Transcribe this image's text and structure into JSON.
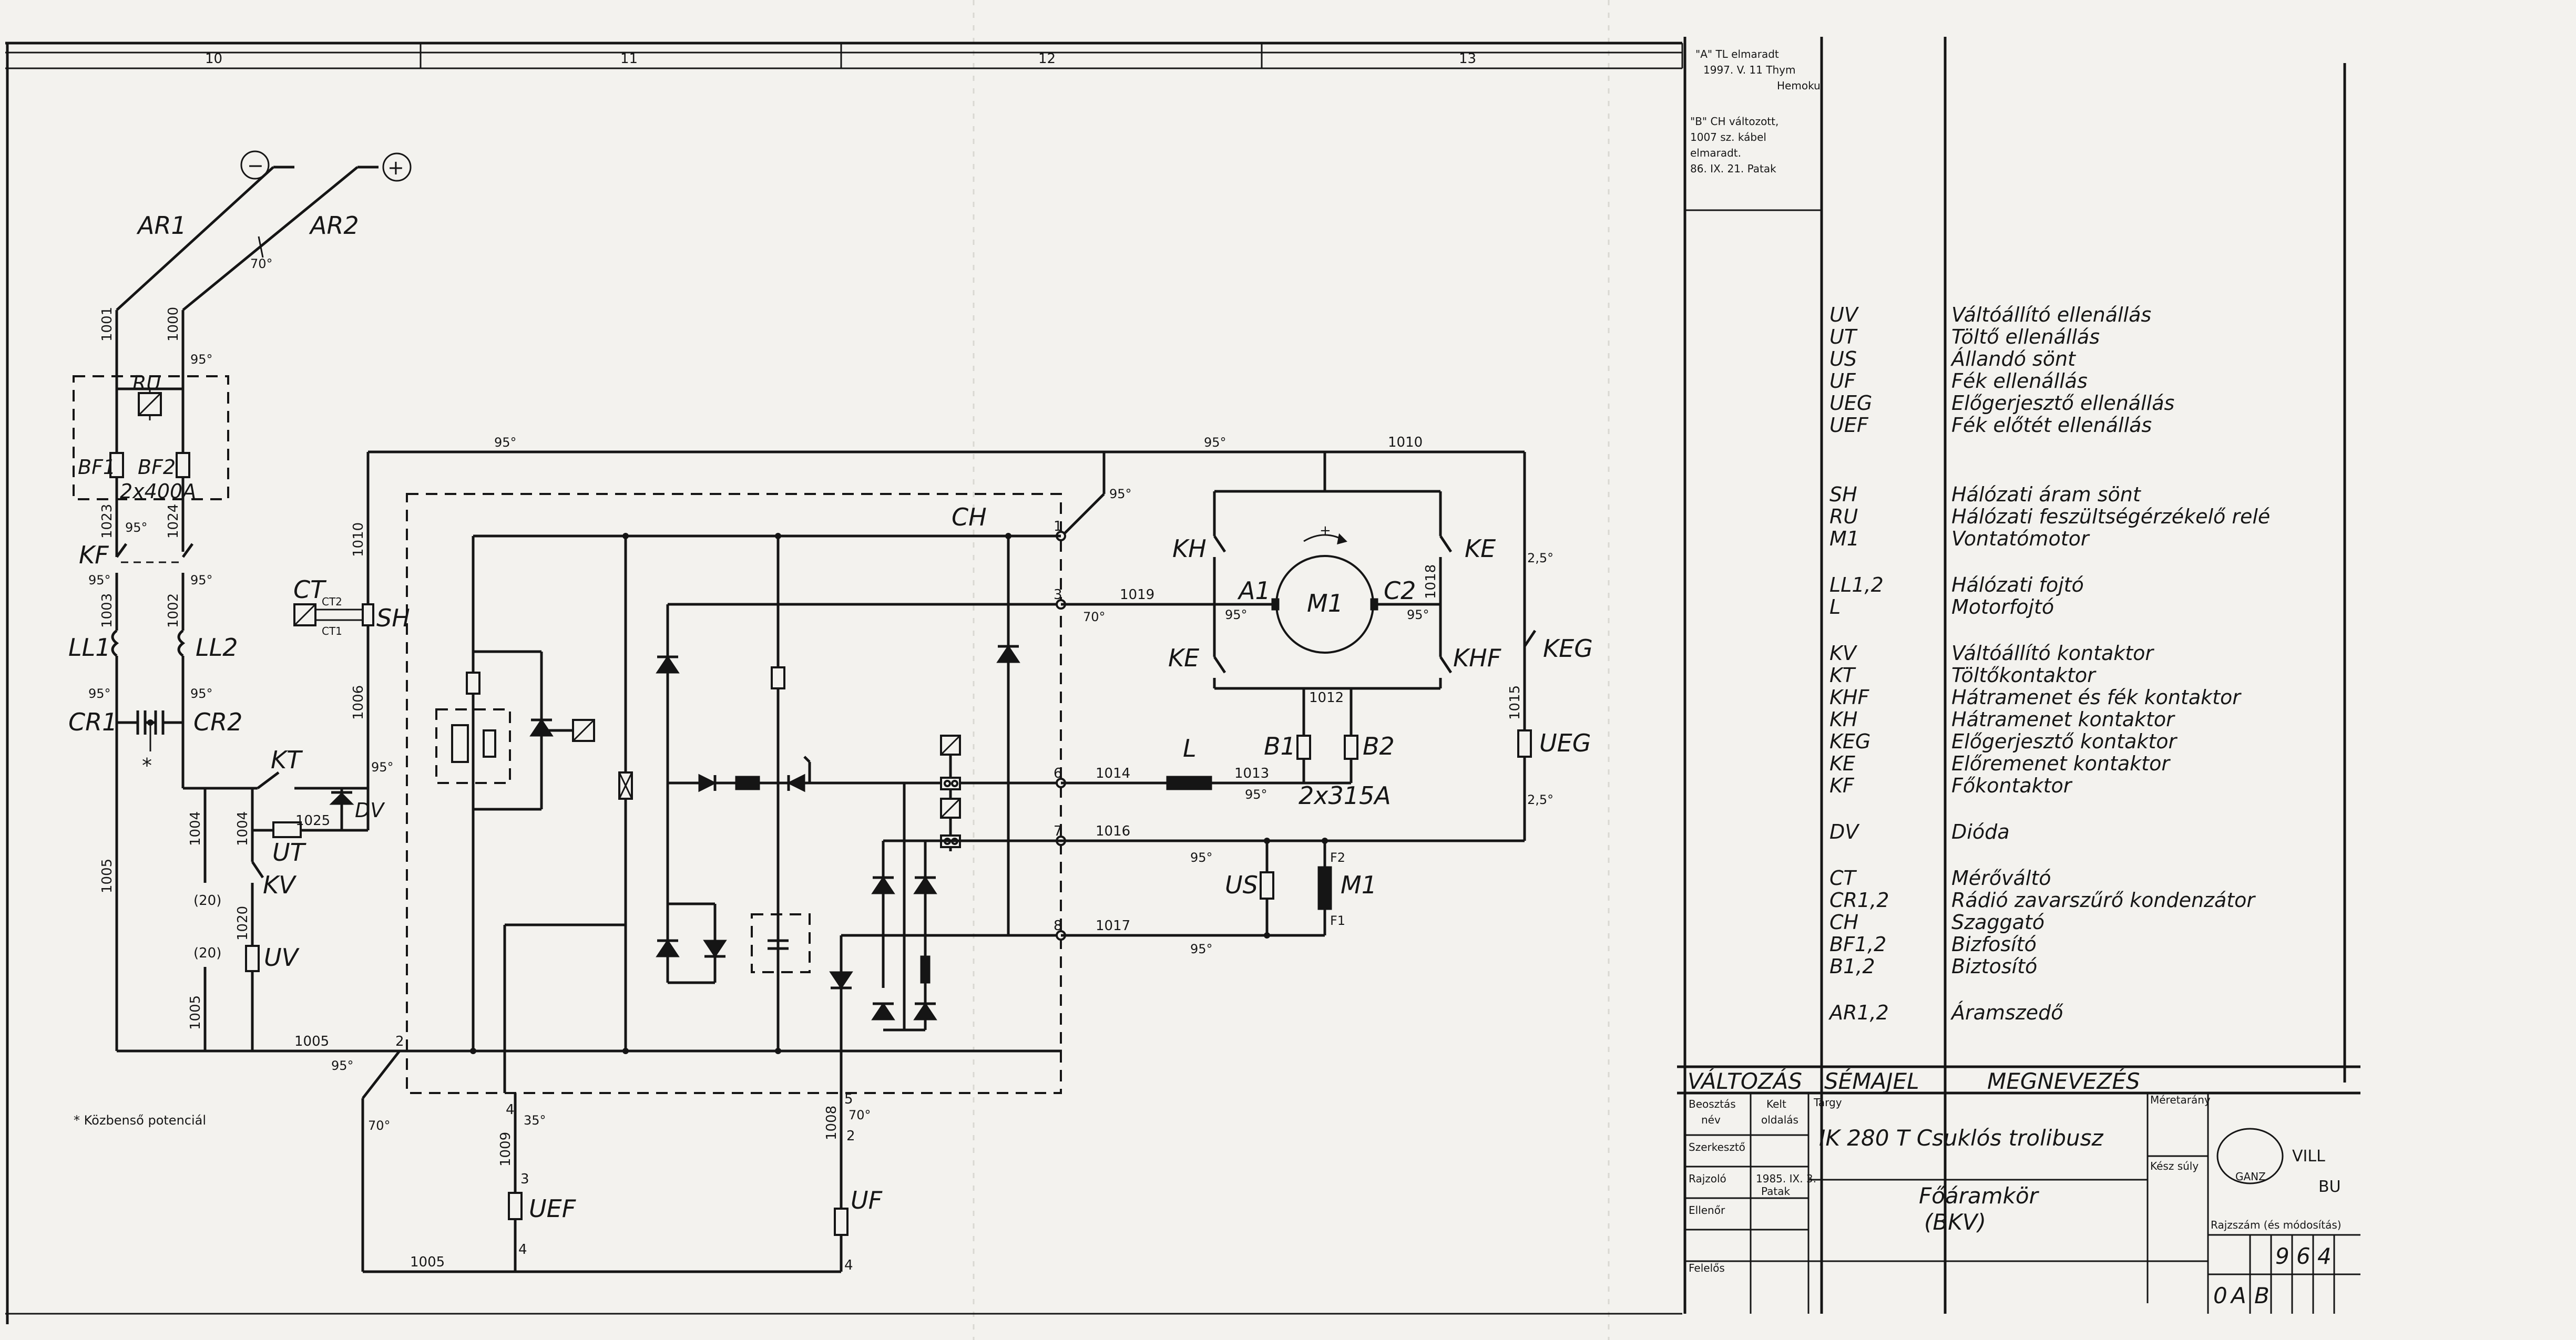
{
  "border": {
    "columns": [
      "10",
      "11",
      "12",
      "13"
    ]
  },
  "top_labels": {
    "minus": "−",
    "plus": "+",
    "ar1": "AR1",
    "ar2": "AR2",
    "deg70": "70°",
    "w1001": "1001",
    "w1000": "1000",
    "deg95a": "95°",
    "ru": "RU",
    "bf1": "BF1",
    "bf2": "BF2",
    "bf_rating": "2x400A",
    "w1023": "1023",
    "w1024": "1024",
    "deg95b": "95°",
    "kf": "KF",
    "deg95c": "95°",
    "deg95d": "95°",
    "w1003": "1003",
    "w1002": "1002",
    "ll1": "LL1",
    "ll2": "LL2",
    "deg95e": "95°",
    "deg95f": "95°",
    "cr1": "CR1",
    "cr2": "CR2",
    "star": "*"
  },
  "left_labels": {
    "kt": "KT",
    "deg95g": "95°",
    "w1025": "1025",
    "dv": "DV",
    "ut": "UT",
    "w1004a": "1004",
    "w1004b": "1004",
    "kv": "KV",
    "p20a": "(20)",
    "p20b": "(20)",
    "w1020": "1020",
    "uv": "UV",
    "w1005a": "1005",
    "w1005b": "1005",
    "w1005c": "1005",
    "deg95h": "95°",
    "n2": "2",
    "deg70b": "70°",
    "w1006": "1006",
    "w1010": "1010",
    "deg95top": "95°",
    "ct": "CT",
    "ct2": "CT2",
    "ct1": "CT1",
    "sh": "SH",
    "footnote": "* Közbenső potenciál"
  },
  "mid_labels": {
    "ch": "CH",
    "deg95i": "95°",
    "deg95j": "95°",
    "w1010b": "1010",
    "n1": "1",
    "n3": "3",
    "n6": "6",
    "n7": "7",
    "n8": "8",
    "w1019": "1019",
    "deg70c": "70°",
    "w1014": "1014",
    "w1016": "1016",
    "w1017": "1017",
    "n4": "4",
    "n5": "5",
    "deg35": "35°",
    "deg70d": "70°",
    "w1009": "1009",
    "w1008": "1008",
    "n3b": "3",
    "n2b": "2",
    "uef": "UEF",
    "uf": "UF",
    "n4b": "4",
    "n4c": "4",
    "w1005d": "1005"
  },
  "motor_labels": {
    "kh": "KH",
    "ke": "KE",
    "ke2": "KE",
    "khf": "KHF",
    "keg": "KEG",
    "m1": "M1",
    "a1": "A1",
    "c2": "C2",
    "deg95k": "95°",
    "deg95l": "95°",
    "w1018": "1018",
    "w1012": "1012",
    "b1": "B1",
    "b2": "B2",
    "b_rating": "2x315A",
    "l": "L",
    "w1013": "1013",
    "deg95m": "95°",
    "deg25a": "2,5°",
    "deg25b": "2,5°",
    "w1015": "1015",
    "ueg": "UEG",
    "deg95n": "95°",
    "deg95o": "95°",
    "us": "US",
    "m1b": "M1",
    "f2": "F2",
    "f1": "F1",
    "plus": "+"
  },
  "revision_notes": {
    "note_a": [
      "\"A\" TL elmaradt",
      "1997. V. 11 Thym",
      "Hemoku"
    ],
    "note_b": [
      "\"B\" CH változott,",
      "1007 sz. kábel",
      "elmaradt.",
      "86. IX. 21. Patak"
    ]
  },
  "legend": [
    {
      "code": "UV",
      "desc": "Váltóállító ellenállás"
    },
    {
      "code": "UT",
      "desc": "Töltő ellenállás"
    },
    {
      "code": "US",
      "desc": "Állandó sönt"
    },
    {
      "code": "UF",
      "desc": "Fék ellenállás"
    },
    {
      "code": "UEG",
      "desc": "Előgerjesztő ellenállás"
    },
    {
      "code": "UEF",
      "desc": "Fék előtét ellenállás"
    },
    {
      "code": "SH",
      "desc": "Hálózati áram sönt"
    },
    {
      "code": "RU",
      "desc": "Hálózati feszültségérzékelő relé"
    },
    {
      "code": "M1",
      "desc": "Vontatómotor"
    },
    {
      "code": "LL1,2",
      "desc": "Hálózati fojtó"
    },
    {
      "code": "L",
      "desc": "Motorfojtó"
    },
    {
      "code": "KV",
      "desc": "Váltóállító kontaktor"
    },
    {
      "code": "KT",
      "desc": "Töltőkontaktor"
    },
    {
      "code": "KHF",
      "desc": "Hátramenet és fék kontaktor"
    },
    {
      "code": "KH",
      "desc": "Hátramenet kontaktor"
    },
    {
      "code": "KEG",
      "desc": "Előgerjesztő kontaktor"
    },
    {
      "code": "KE",
      "desc": "Előremenet kontaktor"
    },
    {
      "code": "KF",
      "desc": "Főkontaktor"
    },
    {
      "code": "DV",
      "desc": "Dióda"
    },
    {
      "code": "CT",
      "desc": "Mérőváltó"
    },
    {
      "code": "CR1,2",
      "desc": "Rádió zavarszűrő kondenzátor"
    },
    {
      "code": "CH",
      "desc": "Szaggató"
    },
    {
      "code": "BF1,2",
      "desc": "Bizfosító"
    },
    {
      "code": "B1,2",
      "desc": "Biztosító"
    },
    {
      "code": "AR1,2",
      "desc": "Áramszedő"
    }
  ],
  "title_block": {
    "hdr_change": "VÁLTOZÁS",
    "hdr_sema": "SÉMAJEL",
    "hdr_name": "MEGNEVEZÉS",
    "beosztas": "Beosztás",
    "nev": "név",
    "kelt": "Kelt",
    "oldalas": "oldalás",
    "szerkeszto": "Szerkesztő",
    "rajzolo": "Rajzoló",
    "ellenor": "Ellenőr",
    "felelos": "Felelős",
    "targy": "Tárgy",
    "meretarany": "Méretarány",
    "kesz_suly": "Kész súly",
    "subject": "IK 280 T Csuklós trolibusz",
    "title": "Főáramkör",
    "subtitle": "(BKV)",
    "rajzszam": "Rajzszám (és módosítás)",
    "number_digits": [
      "9",
      "6",
      "4"
    ],
    "revisions": [
      "0",
      "A",
      "B"
    ],
    "company_short": "GANZ",
    "company_cut": "VILL",
    "city_cut": "BU",
    "date1": "1985. IX. 3.",
    "date2": "Patak"
  }
}
